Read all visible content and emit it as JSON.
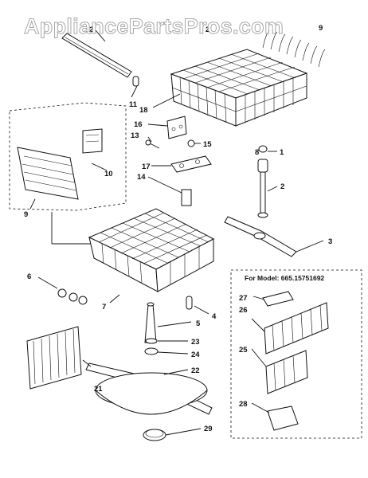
{
  "watermark": "AppliancePartsPros.com",
  "model_box_title": "For Model: 665.15751692",
  "callouts": {
    "c1": "1",
    "c2": "2",
    "c3": "3",
    "c4": "4",
    "c5": "5",
    "c6": "6",
    "c7": "7",
    "c8": "8",
    "c9a": "9",
    "c9b": "9",
    "c10": "10",
    "c11": "11",
    "c12": "12",
    "c13": "13",
    "c14": "14",
    "c15": "15",
    "c16": "16",
    "c17": "17",
    "c18": "18",
    "c21": "21",
    "c22": "22",
    "c23": "23",
    "c24": "24",
    "c25": "25",
    "c26": "26",
    "c27": "27",
    "c28": "28",
    "c29": "29"
  }
}
